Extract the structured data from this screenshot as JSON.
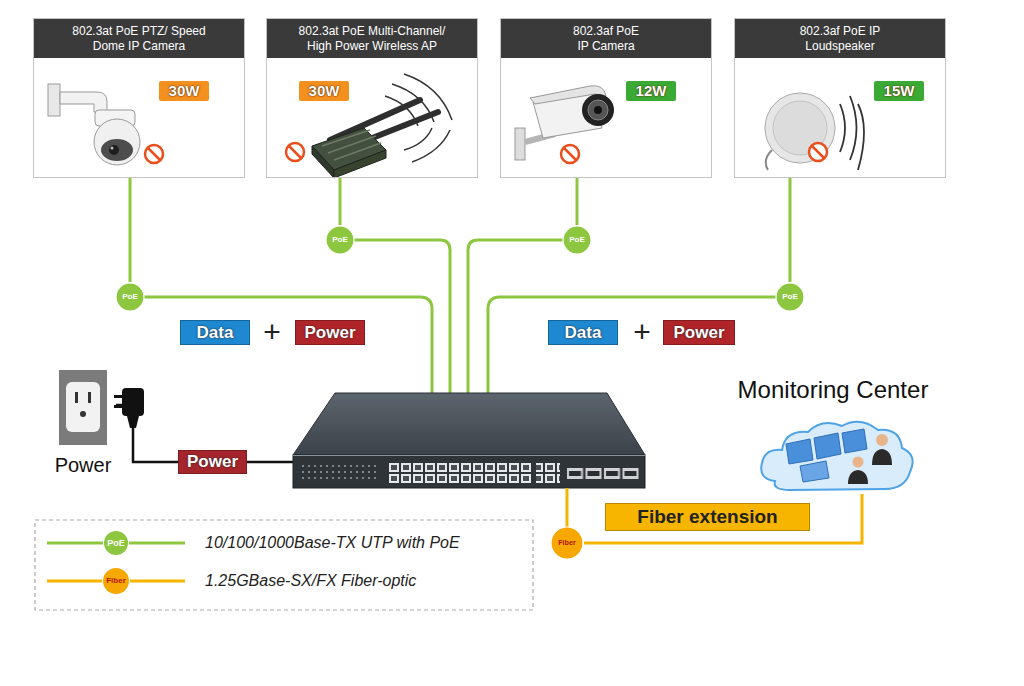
{
  "diagram": {
    "nodes": [
      {
        "text": [
          "802.3at PoE PTZ/ Speed Dome IP Camera"
        ]
      },
      {
        "text": [
          "30W"
        ],
        "in": 0
      },
      {
        "text": [
          "802.3at PoE Multi-Channel/ High Power Wireless AP"
        ]
      },
      {
        "text": [
          "30W"
        ],
        "in": 2
      },
      {
        "text": [
          "802.3af PoE IP Camera"
        ]
      },
      {
        "text": [
          "12W"
        ],
        "in": 4
      },
      {
        "text": [
          "802.3af PoE IP Loudspeaker"
        ]
      },
      {
        "text": [
          "15W"
        ],
        "in": 6
      },
      {
        "text": [
          "PoE"
        ]
      },
      {
        "text": [
          "PoE"
        ]
      },
      {
        "text": [
          "PoE"
        ]
      },
      {
        "text": [
          "PoE"
        ]
      },
      {
        "text": [
          "Data"
        ]
      },
      {
        "text": [
          "Power"
        ]
      },
      {
        "text": [
          "Data"
        ]
      },
      {
        "text": [
          "Power"
        ]
      },
      {
        "text": [
          "Monitoring Center"
        ]
      },
      {
        "text": [
          "Power"
        ]
      },
      {
        "text": [
          "Power"
        ]
      },
      {
        "text": [
          "Fiber"
        ]
      },
      {
        "text": [
          "Fiber extension"
        ]
      }
    ],
    "edges": [
      {
        "from": 0,
        "to": 10,
        "arrow": "none"
      },
      {
        "from": 2,
        "to": 8,
        "arrow": "none"
      },
      {
        "from": 4,
        "to": 9,
        "arrow": "none"
      },
      {
        "from": 6,
        "to": 11,
        "arrow": "none"
      },
      {
        "from": 17,
        "to": 18,
        "arrow": "none"
      },
      {
        "from": 19,
        "to": 16,
        "arrow": "none"
      }
    ],
    "labels": [
      "+",
      "+",
      "PoE",
      "Fiber"
    ],
    "legend": [
      {
        "text": "10/100/1000Base-TX UTP with PoE"
      },
      {
        "text": "1.25GBase-SX/FX Fiber-optic"
      }
    ]
  }
}
